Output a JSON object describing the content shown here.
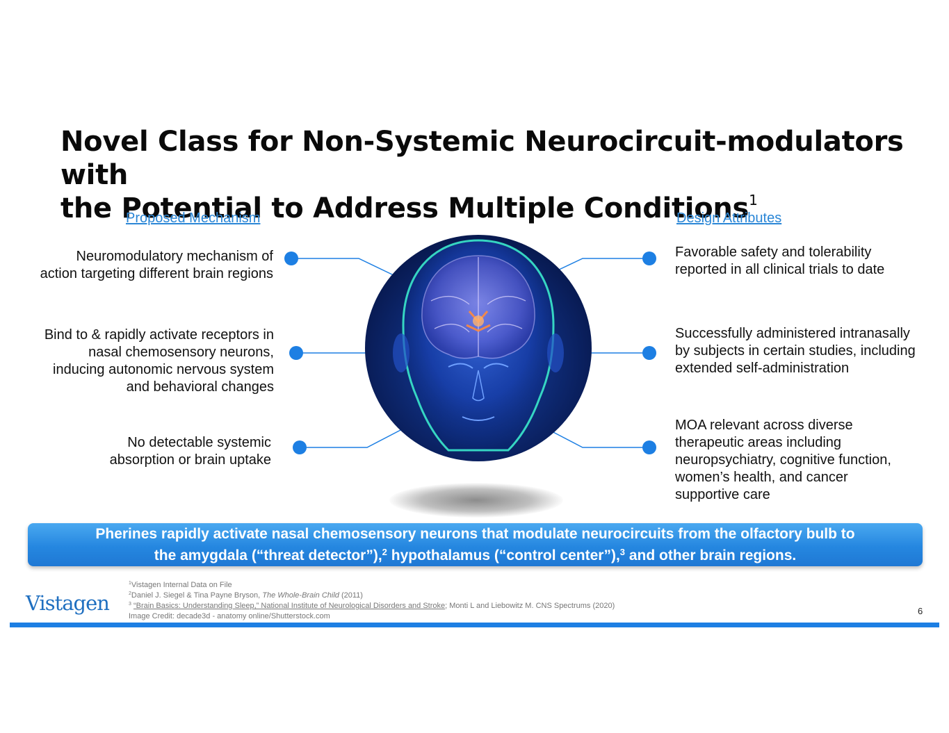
{
  "title": {
    "line1": "Novel Class for Non-Systemic Neurocircuit-modulators with",
    "line2": "the Potential to Address Multiple Conditions",
    "sup": "1"
  },
  "left": {
    "header": "Proposed Mechanism",
    "items": [
      {
        "lines": [
          "Neuromodulatory mechanism of",
          "action targeting different brain regions"
        ]
      },
      {
        "lines": [
          "Bind to & rapidly activate receptors in",
          "nasal chemosensory neurons,",
          "inducing autonomic nervous system",
          "and behavioral changes"
        ]
      },
      {
        "lines": [
          "No detectable systemic",
          "absorption or brain uptake"
        ]
      }
    ]
  },
  "right": {
    "header": "Design Attributes",
    "items": [
      {
        "lines": [
          "Favorable safety and tolerability",
          "reported in all clinical trials to date"
        ]
      },
      {
        "lines": [
          "Successfully administered intranasally",
          "by subjects in certain studies, including",
          "extended self-administration"
        ]
      },
      {
        "lines": [
          "MOA relevant across diverse",
          "therapeutic areas including",
          "neuropsychiatry, cognitive function,",
          "women’s health, and cancer",
          "supportive care"
        ]
      }
    ]
  },
  "banner": {
    "line1": "Pherines rapidly activate nasal chemosensory neurons that modulate neurocircuits from the olfactory bulb to",
    "part_a": "the amygdala (“threat detector”),",
    "sup_a": "2",
    "part_b": " hypothalamus (“control center”),",
    "sup_b": "3",
    "part_c": " and other brain regions."
  },
  "footnotes": {
    "f1_sup": "1",
    "f1": "Vistagen Internal Data on File",
    "f2_sup": "2",
    "f2_pre": "Daniel J. Siegel & Tina Payne Bryson, ",
    "f2_italic": "The Whole-Brain Child",
    "f2_post": " (2011)",
    "f3_sup": "3",
    "f3_link": "“Brain Basics: Understanding Sleep,” National Institute of Neurological Disorders and Stroke",
    "f3_post": "; Monti L and Liebowitz M. CNS Spectrums (2020)",
    "credit": "Image Credit: decade3d - anatomy online/Shutterstock.com"
  },
  "logo": "Vistagen",
  "page_number": "6",
  "colors": {
    "accent": "#1d7fe3",
    "link": "#2a86d6",
    "banner": "#2587e0"
  },
  "image": {
    "icon": "brain-head-illustration"
  }
}
